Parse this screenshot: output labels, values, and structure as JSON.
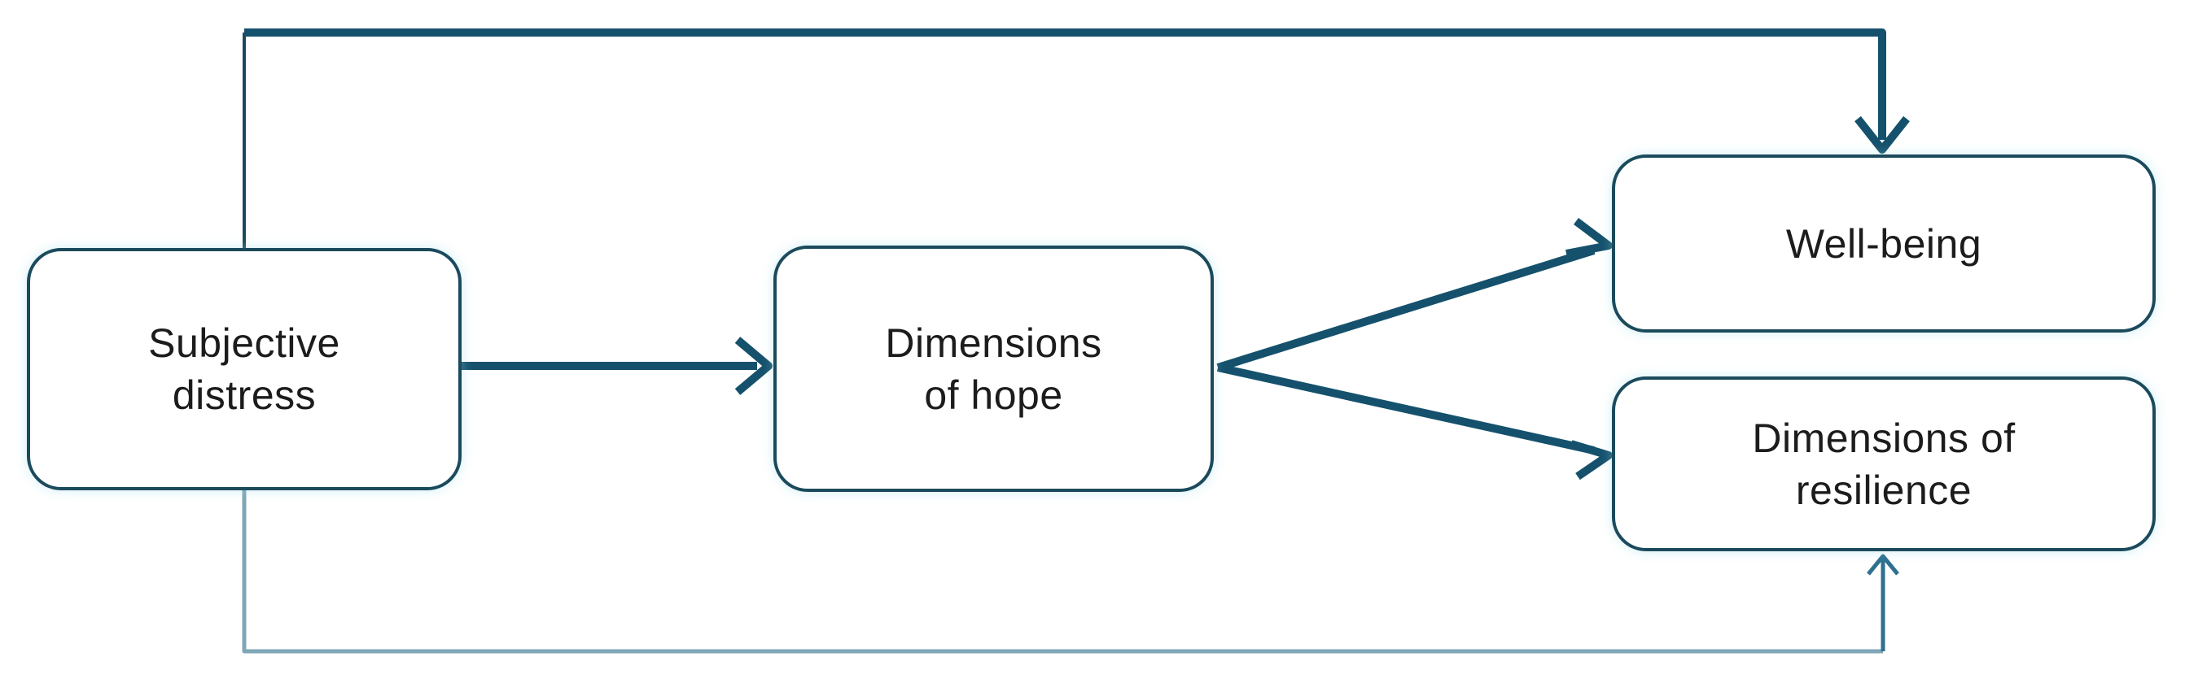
{
  "diagram": {
    "type": "path-model-flow-diagram",
    "nodes": {
      "subjective_distress": {
        "label": "Subjective\ndistress"
      },
      "dimensions_of_hope": {
        "label": "Dimensions\nof hope"
      },
      "well_being": {
        "label": "Well-being"
      },
      "dimensions_of_resilience": {
        "label": "Dimensions of\nresilience"
      }
    },
    "edges": [
      {
        "from": "subjective_distress",
        "to": "dimensions_of_hope",
        "style": "thick-dark-teal",
        "arrowhead": "open-v",
        "route": "direct-horizontal"
      },
      {
        "from": "dimensions_of_hope",
        "to": "well_being",
        "style": "thick-dark-teal",
        "arrowhead": "open-v",
        "route": "diagonal-up"
      },
      {
        "from": "dimensions_of_hope",
        "to": "dimensions_of_resilience",
        "style": "thick-dark-teal",
        "arrowhead": "open-v",
        "route": "diagonal-down"
      },
      {
        "from": "subjective_distress",
        "to": "well_being",
        "style": "thick-dark-teal",
        "arrowhead": "open-v",
        "route": "elbow-over-top"
      },
      {
        "from": "subjective_distress",
        "to": "dimensions_of_resilience",
        "style": "thin-light-blue",
        "arrowhead": "open-v-small",
        "route": "elbow-under-bottom"
      }
    ],
    "colors": {
      "node_border": "#1b4a5c",
      "node_fill": "#ffffff",
      "thick_arrow": "#15516c",
      "thin_bottom_line": "#7fa6b8",
      "thin_bottom_riser": "#2e7090",
      "label_text": "#1c1c1c",
      "background": "#ffffff"
    }
  }
}
